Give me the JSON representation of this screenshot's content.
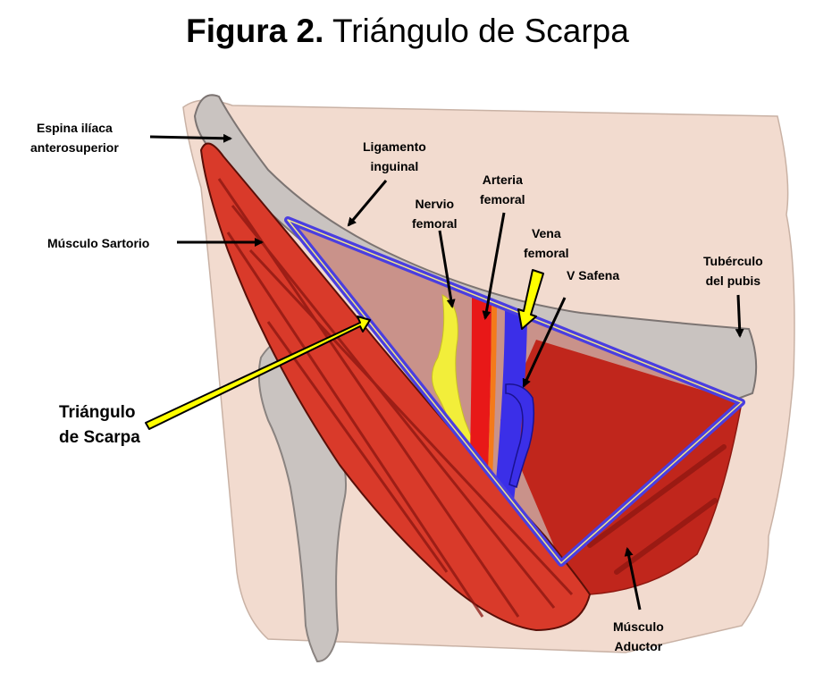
{
  "title": {
    "prefix": "Figura 2.",
    "text": "Triángulo de Scarpa"
  },
  "labels": {
    "espina": {
      "line1": "Espina ilíaca",
      "line2": "anterosuperior"
    },
    "sartorio": {
      "line1": "Músculo Sartorio"
    },
    "ligamento": {
      "line1": "Ligamento",
      "line2": "inguinal"
    },
    "nervio": {
      "line1": "Nervio",
      "line2": "femoral"
    },
    "arteria": {
      "line1": "Arteria",
      "line2": "femoral"
    },
    "vena": {
      "line1": "Vena",
      "line2": "femoral"
    },
    "safena": {
      "line1": "V Safena"
    },
    "tuberculo": {
      "line1": "Tubérculo",
      "line2": "del pubis"
    },
    "triangulo": {
      "line1": "Triángulo",
      "line2": "de Scarpa"
    },
    "aductor": {
      "line1": "Músculo",
      "line2": "Aductor"
    }
  },
  "colors": {
    "skin": "#f2dbcf",
    "bone": "#c9c3c0",
    "sartorius": "#d93a2a",
    "adductor": "#c0261c",
    "triangle_border": "#4a3ee0",
    "nerve": "#f2ee3a",
    "artery": "#e81818",
    "vein": "#3b2fe8",
    "pointer_yellow": "#ffff00"
  }
}
